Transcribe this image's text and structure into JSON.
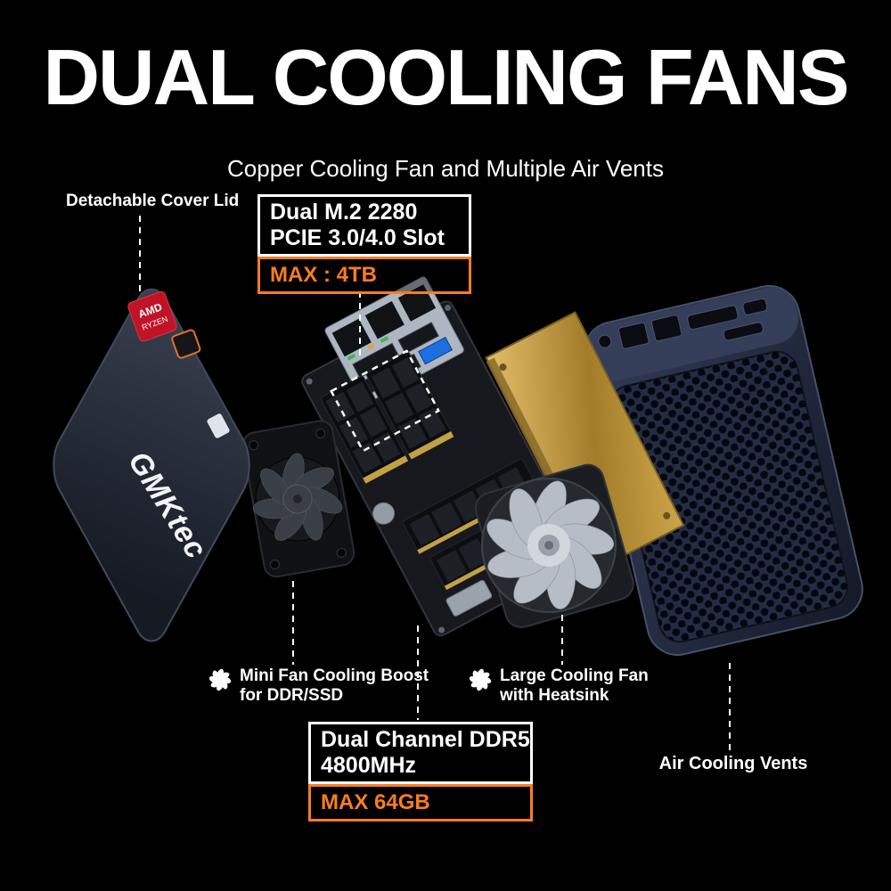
{
  "title": "DUAL COOLING FANS",
  "subtitle": "Copper Cooling Fan and Multiple Air Vents",
  "brand_logo": "GMKtec",
  "colors": {
    "background": "#000000",
    "text": "#ffffff",
    "accent_orange": "#f97d20"
  },
  "annotations": {
    "detachable_cover_lid": "Detachable Cover Lid",
    "mini_fan": {
      "line1": "Mini Fan Cooling Boost",
      "line2": "for DDR/SSD"
    },
    "large_fan": {
      "line1": "Large Cooling Fan",
      "line2": "with Heatsink"
    },
    "air_cooling_vents": "Air Cooling Vents"
  },
  "callouts": {
    "m2": {
      "line1": "Dual M.2 2280",
      "line2": "PCIE 3.0/4.0 Slot",
      "max": "MAX : 4TB"
    },
    "ddr5": {
      "line1": "Dual Channel DDR5",
      "line2": "4800MHz",
      "max": "MAX 64GB"
    }
  },
  "stickers": {
    "amd_line1": "AMD",
    "amd_line2": "RYZEN"
  },
  "icons": {
    "mini_fan": "fan-icon",
    "large_fan": "fan-icon"
  }
}
